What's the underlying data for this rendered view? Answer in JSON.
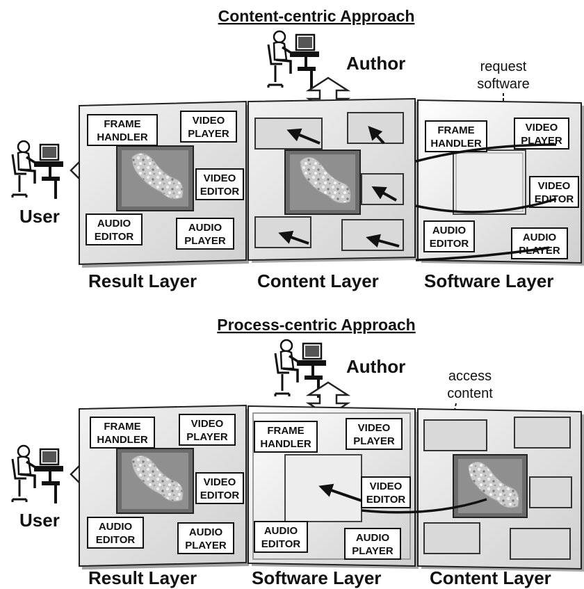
{
  "top": {
    "title": "Content-centric Approach",
    "actor_author": "Author",
    "actor_user": "User",
    "note": [
      "request",
      "software"
    ],
    "result_layer": {
      "label": "Result Layer",
      "modules": {
        "frame_handler": [
          "FRAME",
          "HANDLER"
        ],
        "video_player": [
          "VIDEO",
          "PLAYER"
        ],
        "video_editor": [
          "VIDEO",
          "EDITOR"
        ],
        "audio_editor": [
          "AUDIO",
          "EDITOR"
        ],
        "audio_player": [
          "AUDIO",
          "PLAYER"
        ]
      }
    },
    "content_layer": {
      "label": "Content Layer"
    },
    "software_layer": {
      "label": "Software Layer",
      "modules": {
        "frame_handler": [
          "FRAME",
          "HANDLER"
        ],
        "video_player": [
          "VIDEO",
          "PLAYER"
        ],
        "video_editor": [
          "VIDEO",
          "EDITOR"
        ],
        "audio_editor": [
          "AUDIO",
          "EDITOR"
        ],
        "audio_player": [
          "AUDIO",
          "PLAYER"
        ]
      }
    }
  },
  "bottom": {
    "title": "Process-centric Approach",
    "actor_author": "Author",
    "actor_user": "User",
    "note": [
      "access",
      "content"
    ],
    "result_layer": {
      "label": "Result Layer",
      "modules": {
        "frame_handler": [
          "FRAME",
          "HANDLER"
        ],
        "video_player": [
          "VIDEO",
          "PLAYER"
        ],
        "video_editor": [
          "VIDEO",
          "EDITOR"
        ],
        "audio_editor": [
          "AUDIO",
          "EDITOR"
        ],
        "audio_player": [
          "AUDIO",
          "PLAYER"
        ]
      }
    },
    "software_layer": {
      "label": "Software Layer",
      "modules": {
        "frame_handler": [
          "FRAME",
          "HANDLER"
        ],
        "video_player": [
          "VIDEO",
          "PLAYER"
        ],
        "video_editor": [
          "VIDEO",
          "EDITOR"
        ],
        "audio_editor": [
          "AUDIO",
          "EDITOR"
        ],
        "audio_player": [
          "AUDIO",
          "PLAYER"
        ]
      }
    },
    "content_layer": {
      "label": "Content Layer"
    }
  }
}
